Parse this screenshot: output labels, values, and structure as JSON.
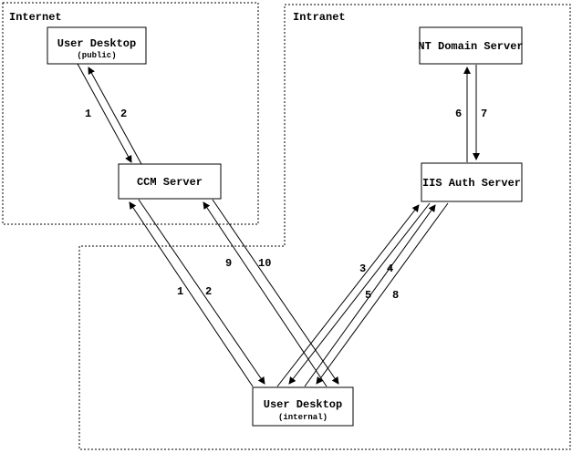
{
  "zones": {
    "internet": {
      "label": "Internet"
    },
    "intranet": {
      "label": "Intranet"
    }
  },
  "nodes": {
    "user_desktop_public": {
      "title": "User Desktop",
      "subtitle": "(public)"
    },
    "nt_domain_server": {
      "title": "NT Domain Server"
    },
    "ccm_server": {
      "title": "CCM Server"
    },
    "iis_auth_server": {
      "title": "IIS Auth Server"
    },
    "user_desktop_internal": {
      "title": "User Desktop",
      "subtitle": "(internal)"
    }
  },
  "flows": {
    "public_to_ccm": {
      "label": "1"
    },
    "ccm_to_public": {
      "label": "2"
    },
    "internal_to_ccm_a": {
      "label": "1"
    },
    "ccm_to_internal_a": {
      "label": "2"
    },
    "internal_to_iis_c": {
      "label": "3"
    },
    "iis_to_internal_c": {
      "label": "4"
    },
    "internal_to_iis_d": {
      "label": "5"
    },
    "iis_to_nt": {
      "label": "6"
    },
    "nt_to_iis": {
      "label": "7"
    },
    "iis_to_internal_d": {
      "label": "8"
    },
    "internal_to_ccm_b": {
      "label": "9"
    },
    "ccm_to_internal_b": {
      "label": "10"
    }
  },
  "colors": {
    "ink": "#000000",
    "background": "#ffffff"
  }
}
